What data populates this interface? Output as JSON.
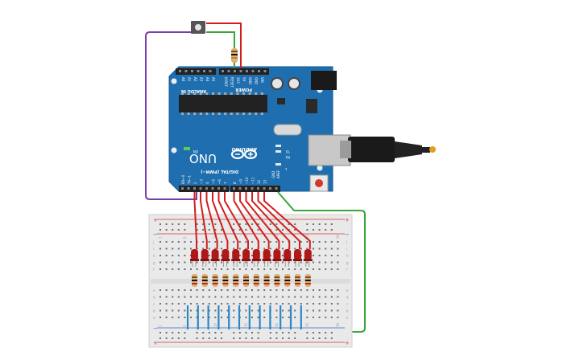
{
  "board": {
    "logo_text": "ARDUINO",
    "model": "UNO",
    "on_label": "ON",
    "section_digital": "DIGITAL (PWM~)",
    "section_analog": "ANALOG IN",
    "section_power": "POWER",
    "tx_label": "TX",
    "rx_label": "RX",
    "l_label": "L",
    "aref_label": "AREF",
    "gnd_label": "GND",
    "power_pins": [
      "IOREF",
      "RESET",
      "3V3",
      "5V",
      "GND",
      "GND",
      "VIN"
    ],
    "analog_pins": [
      "A0",
      "A1",
      "A2",
      "A3",
      "A4",
      "A5"
    ],
    "digital_pins": [
      "13",
      "12",
      "~11",
      "~10",
      "~9",
      "8",
      "7",
      "~6",
      "~5",
      "4",
      "~3",
      "2",
      "TX→1",
      "RX←0"
    ]
  },
  "breadboard": {
    "rail_plus": "+",
    "rail_minus": "−",
    "row_letters_top": [
      "j",
      "i",
      "h",
      "g",
      "f"
    ],
    "row_letters_bottom": [
      "e",
      "d",
      "c",
      "b",
      "a"
    ],
    "column_numbers": [
      "1",
      "5",
      "10",
      "15",
      "20",
      "25",
      "30"
    ]
  },
  "colors": {
    "board": "#1f6fb0",
    "wire_red": "#d11f1f",
    "wire_green": "#3aa53a",
    "wire_purple": "#7a3ea8",
    "wire_blue": "#2a88c8",
    "led": "#b01818",
    "breadboard": "#e9e9e9"
  }
}
